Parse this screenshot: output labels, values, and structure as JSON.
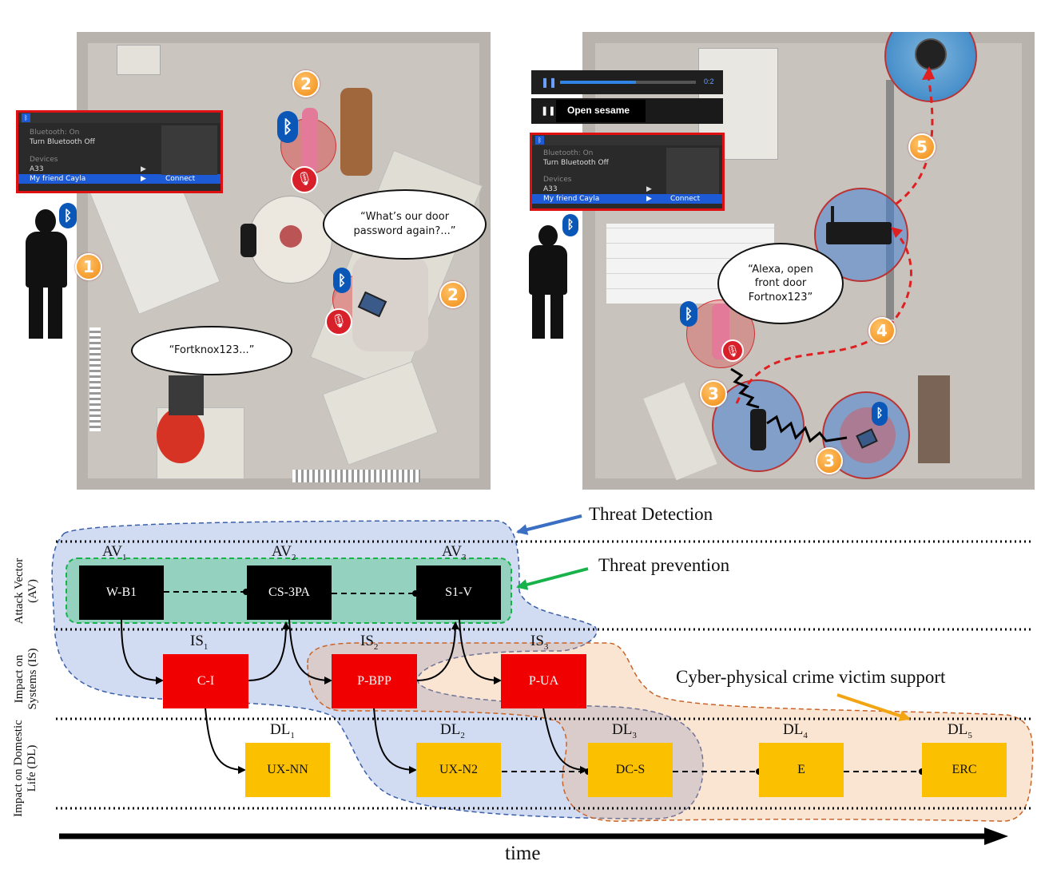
{
  "left_scene": {
    "bluetooth_menu": {
      "status": "Bluetooth: On",
      "toggle": "Turn Bluetooth Off",
      "devices_header": "Devices",
      "device_1": "A33",
      "device_2": "My friend Cayla",
      "connect": "Connect"
    },
    "bubble_password_question": "“What’s our door password again?...”",
    "bubble_password": "“Fortknox123...”",
    "badge_1": "1",
    "badge_2a": "2",
    "badge_2b": "2"
  },
  "right_scene": {
    "player": {
      "time": "0:2",
      "track": "Open sesame"
    },
    "bluetooth_menu": {
      "status": "Bluetooth: On",
      "toggle": "Turn Bluetooth Off",
      "devices_header": "Devices",
      "device_1": "A33",
      "device_2": "My friend Cayla",
      "connect": "Connect"
    },
    "bubble_alexa": "“Alexa, open front door Fortnox123”",
    "badge_3a": "3",
    "badge_3b": "3",
    "badge_4": "4",
    "badge_5": "5"
  },
  "diagram": {
    "annotations": {
      "threat_detection": "Threat Detection",
      "threat_prevention": "Threat prevention",
      "victim_support": "Cyber-physical crime victim support"
    },
    "rows": {
      "av": "Attack Vector (AV)",
      "is": "Impact on Systems (IS)",
      "dl": "Impact on Domestic Life (DL)"
    },
    "av_nodes": [
      {
        "label": "AV",
        "sub": "1",
        "node": "W-B1"
      },
      {
        "label": "AV",
        "sub": "2",
        "node": "CS-3PA"
      },
      {
        "label": "AV",
        "sub": "3",
        "node": "S1-V"
      }
    ],
    "is_nodes": [
      {
        "label": "IS",
        "sub": "1",
        "node": "C-I"
      },
      {
        "label": "IS",
        "sub": "2",
        "node": "P-BPP"
      },
      {
        "label": "IS",
        "sub": "3",
        "node": "P-UA"
      }
    ],
    "dl_nodes": [
      {
        "label": "DL",
        "sub": "1",
        "node": "UX-NN"
      },
      {
        "label": "DL",
        "sub": "2",
        "node": "UX-N2"
      },
      {
        "label": "DL",
        "sub": "3",
        "node": "DC-S"
      },
      {
        "label": "DL",
        "sub": "4",
        "node": "E"
      },
      {
        "label": "DL",
        "sub": "5",
        "node": "ERC"
      }
    ],
    "time_label": "time",
    "colors": {
      "detection": "#3a6fc4",
      "prevention": "#17b34a",
      "support": "#f3a412",
      "av": "#000000",
      "is": "#f00000",
      "dl": "#fbc000"
    }
  }
}
